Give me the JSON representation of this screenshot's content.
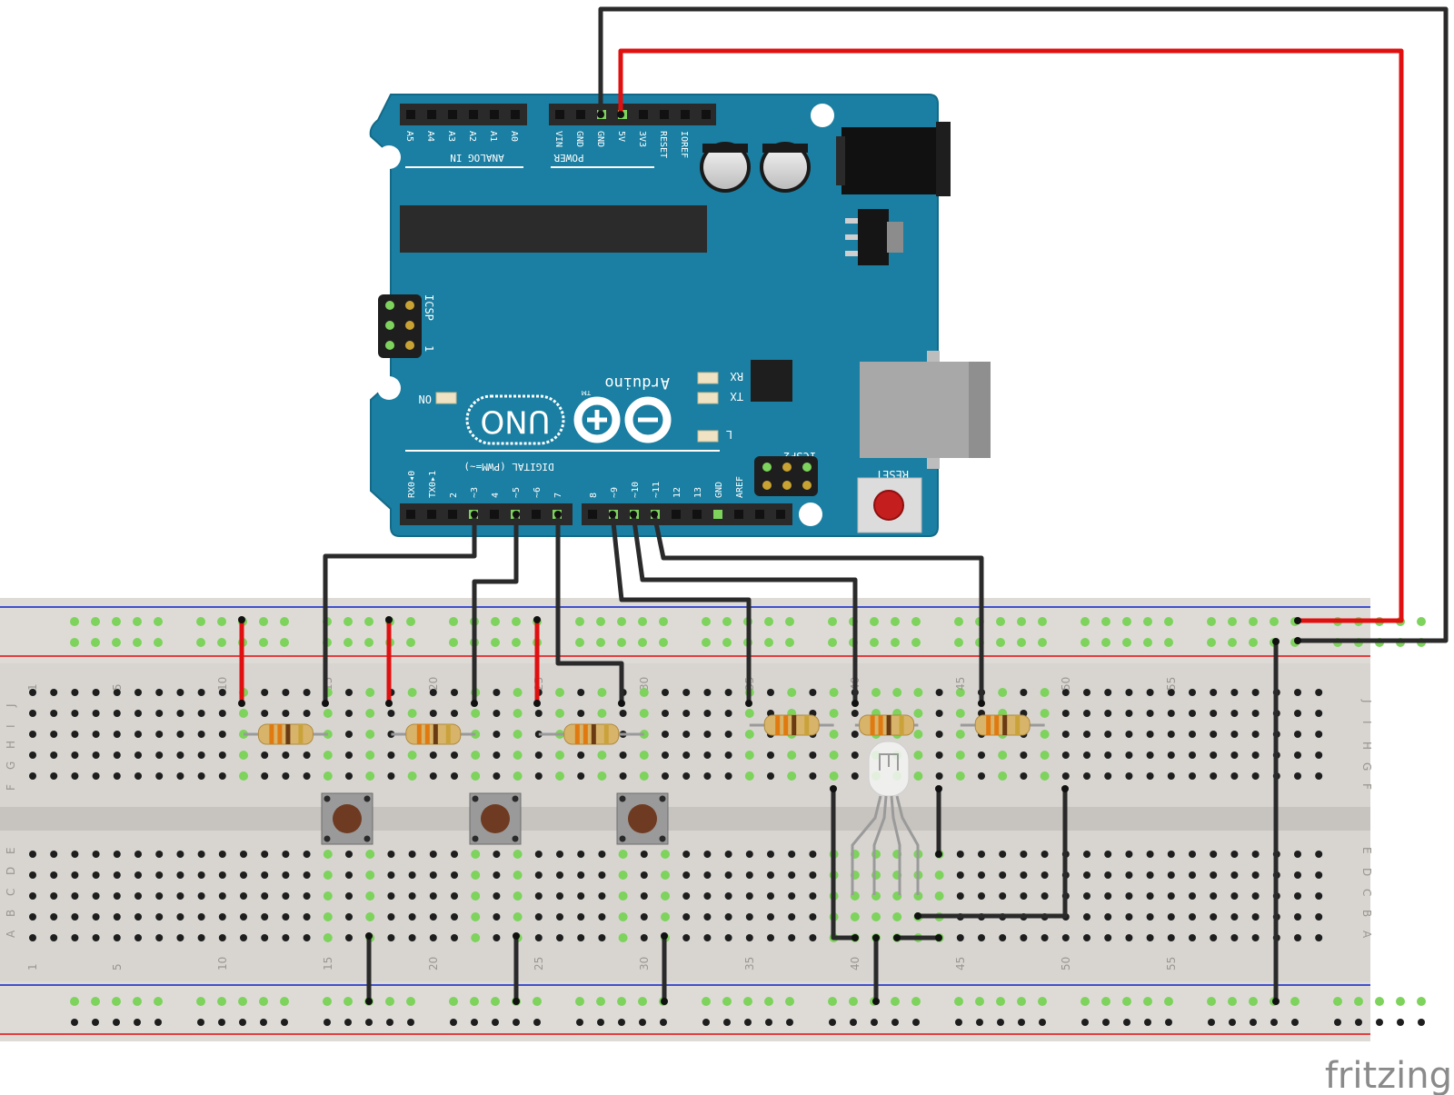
{
  "colors": {
    "board": "#1a7fa2",
    "board_dark": "#136a88",
    "wire_black": "#2a2a2a",
    "wire_red": "#e01010",
    "breadboard": "#d8d5d1",
    "rail_red": "#e04040",
    "rail_blue": "#4050d0",
    "active_hole": "#7dd35c"
  },
  "arduino": {
    "analog_pins": [
      "A5",
      "A4",
      "A3",
      "A2",
      "A1",
      "A0"
    ],
    "analog_label": "ANALOG IN",
    "power_pins": [
      "VIN",
      "GND",
      "GND",
      "5V",
      "3V3",
      "RESET",
      "IOREF"
    ],
    "power_label": "POWER",
    "icsp_label": "ICSP",
    "icsp_pin_mark": "1",
    "on_label": "ON",
    "uno_logo": "UNO",
    "brand": "Arduino",
    "tm": "TM",
    "rx_label": "RX",
    "tx_label": "TX",
    "l_label": "L",
    "icsp2_label": "ICSP2",
    "reset_label": "RESET",
    "digital_label": "DIGITAL (PWM=~)",
    "digital_pins": [
      "RX0◂0",
      "TX0▸1",
      "2",
      "~3",
      "4",
      "~5",
      "~6",
      "7",
      "8",
      "~9",
      "~10",
      "~11",
      "12",
      "13",
      "GND",
      "AREF"
    ]
  },
  "breadboard": {
    "top_col_numbers": [
      "1",
      "5",
      "10",
      "15",
      "20",
      "25",
      "30",
      "35",
      "40",
      "45",
      "50",
      "55"
    ],
    "bottom_col_numbers": [
      "1",
      "5",
      "10",
      "15",
      "20",
      "25",
      "30",
      "35",
      "40",
      "45",
      "50",
      "55"
    ],
    "top_row_letters": [
      "J",
      "I",
      "H",
      "G",
      "F"
    ],
    "bottom_row_letters": [
      "E",
      "D",
      "C",
      "B",
      "A"
    ]
  },
  "watermark": "fritzing"
}
